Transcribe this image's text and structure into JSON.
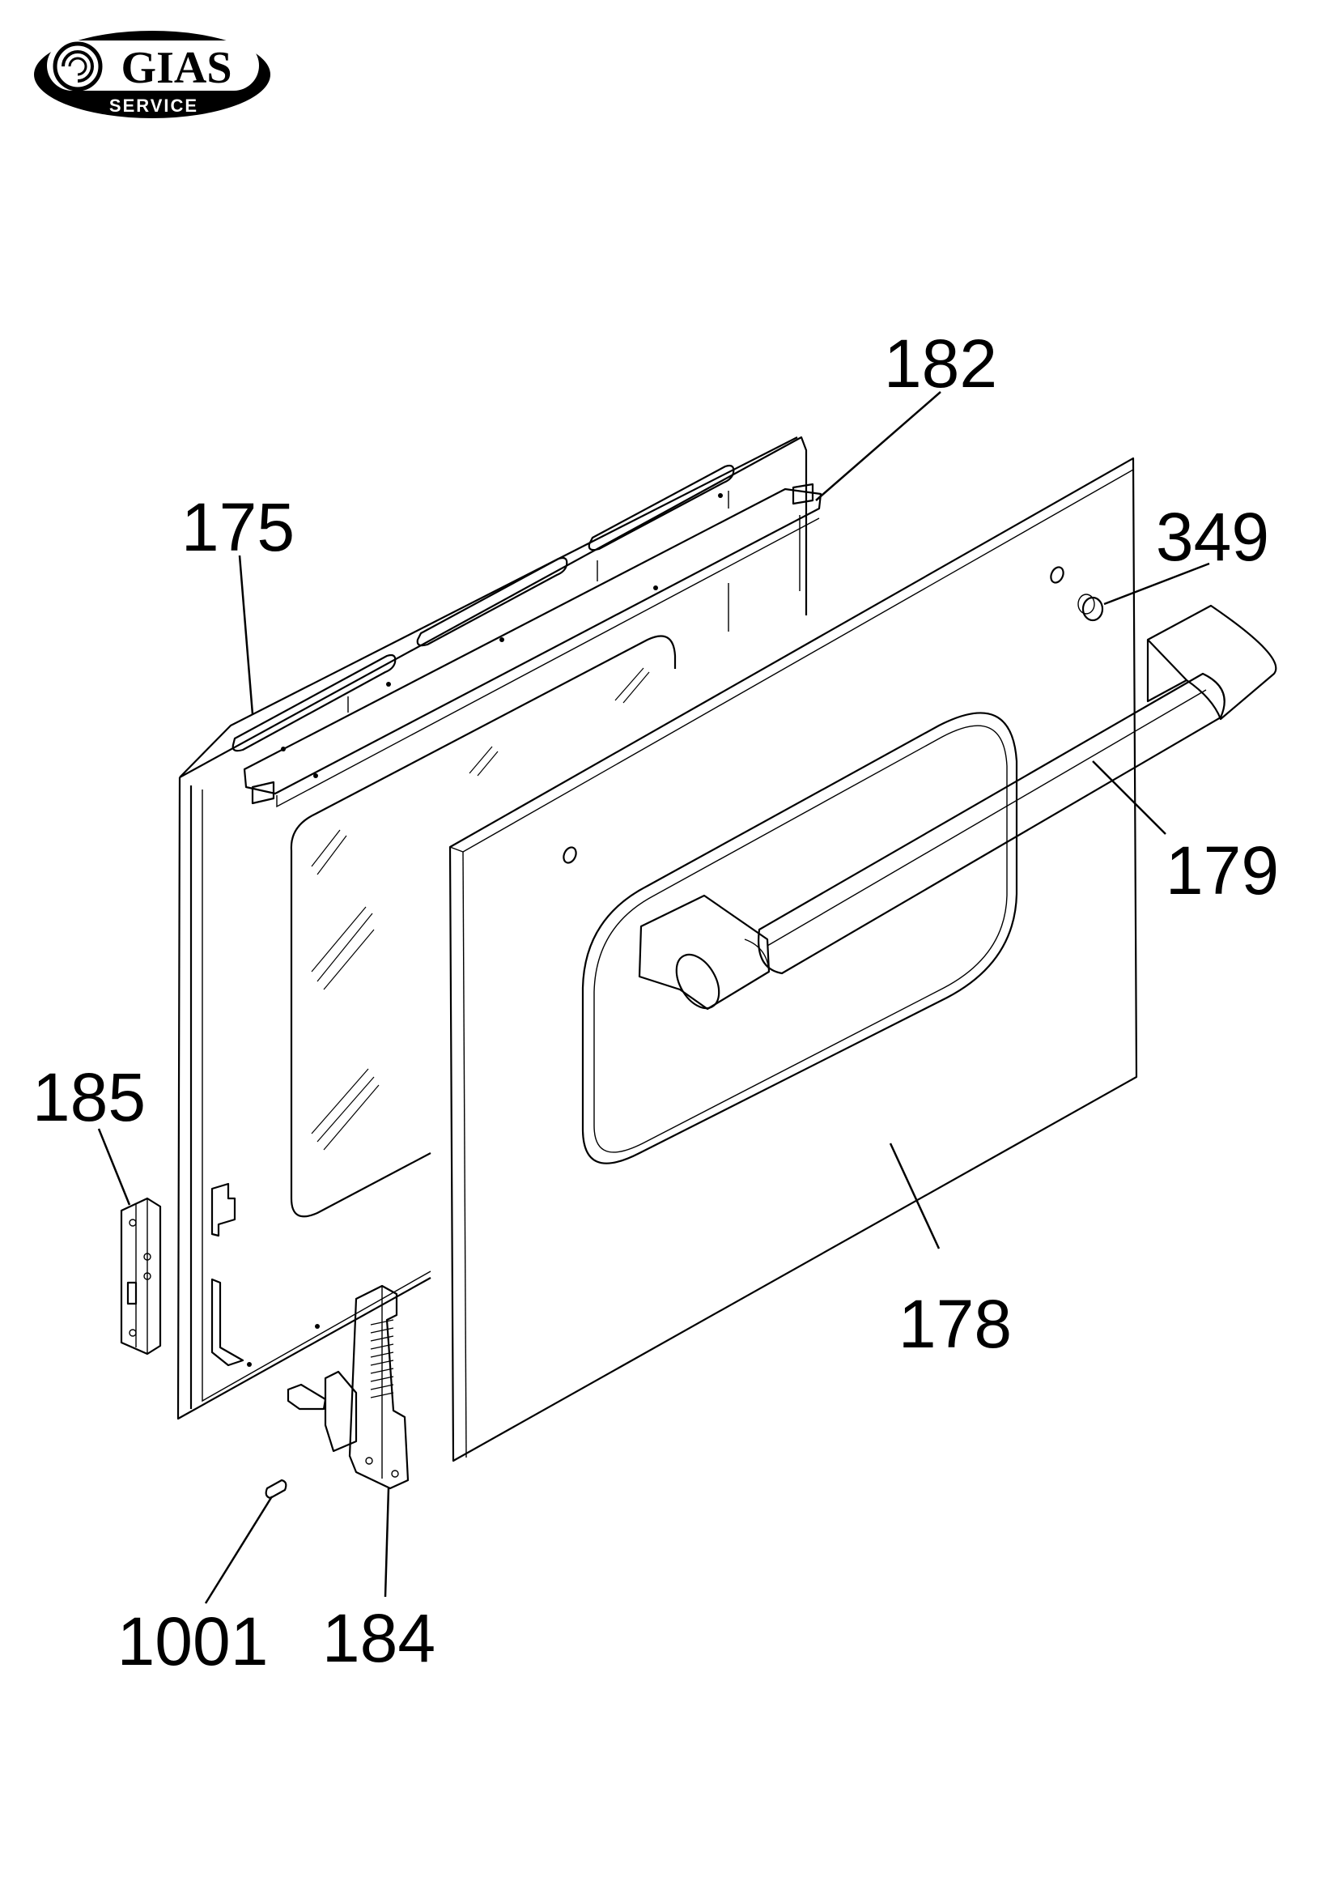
{
  "brand": {
    "name": "GIAS",
    "tagline": "SERVICE",
    "colors": {
      "logo_background": "#000000",
      "logo_text": "#ffffff",
      "logo_inner": "#ffffff"
    }
  },
  "parts": [
    {
      "id": "p175",
      "number": "175"
    },
    {
      "id": "p182",
      "number": "182"
    },
    {
      "id": "p349",
      "number": "349"
    },
    {
      "id": "p179",
      "number": "179"
    },
    {
      "id": "p185",
      "number": "185"
    },
    {
      "id": "p178",
      "number": "178"
    },
    {
      "id": "p1001",
      "number": "1001"
    },
    {
      "id": "p184",
      "number": "184"
    }
  ]
}
